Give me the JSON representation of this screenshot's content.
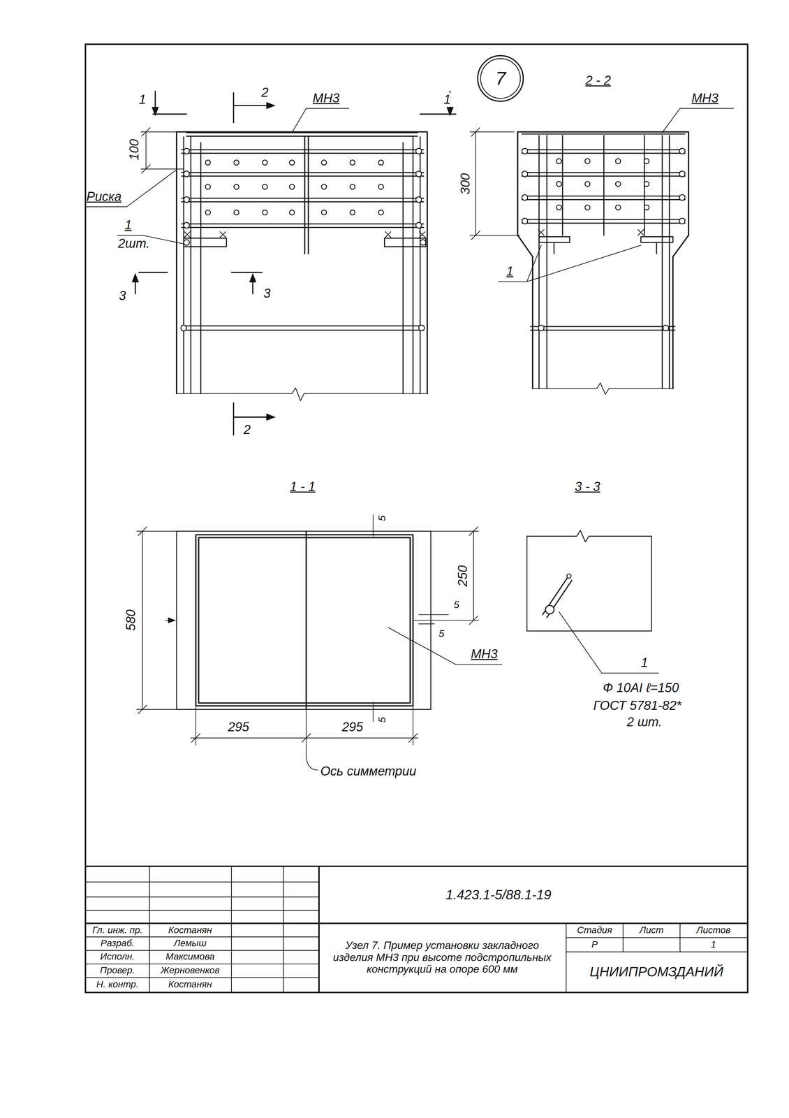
{
  "diagram": {
    "nodes": [
      {
        "text": [
          "7"
        ]
      }
    ],
    "labels": [
      "1",
      "1",
      "2",
      "МН3",
      "100",
      "Риска",
      "1",
      "2шт.",
      "3",
      "3",
      "2",
      "2 - 2",
      "МН3",
      "300",
      "1",
      "1 - 1",
      "580",
      "5",
      "250",
      "5",
      "5",
      "МН3",
      "5",
      "295",
      "295",
      "Ось симметрии",
      "3 - 3",
      "1",
      "Ф 10АI ℓ=150",
      "ГОСТ 5781-82*",
      "2 шт.",
      "1.423.1-5/88.1-19",
      "Гл. инж. пр.",
      "Костанян",
      "Разраб.",
      "Лемыш",
      "Исполн.",
      "Максимова",
      "Провер.",
      "Жерновенков",
      "Н. контр.",
      "Костанян",
      "Узел 7. Пример установки закладного изделия МН3 при высоте подстропильных конструкций на опоре 600 мм",
      "Стадия",
      "Лист",
      "Листов",
      "Р",
      "1",
      "ЦНИИПРОМЗДАНИЙ"
    ]
  }
}
